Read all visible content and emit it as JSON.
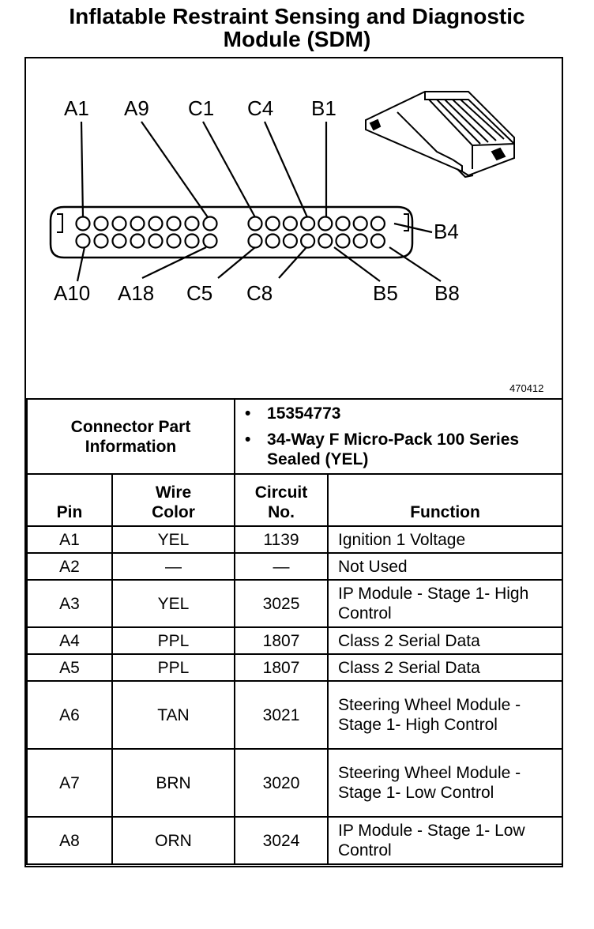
{
  "title": {
    "line1": "Inflatable Restraint Sensing and Diagnostic",
    "line2": "Module (SDM)"
  },
  "diagram": {
    "labels": {
      "A1": "A1",
      "A9": "A9",
      "C1": "C1",
      "C4": "C4",
      "B1": "B1",
      "B4": "B4",
      "A10": "A10",
      "A18": "A18",
      "C5": "C5",
      "C8": "C8",
      "B5": "B5",
      "B8": "B8"
    },
    "figure_code": "470412"
  },
  "connector": {
    "header": "Connector Part Information",
    "items": [
      "15354773",
      "34-Way F Micro-Pack 100 Series Sealed (YEL)"
    ]
  },
  "table": {
    "headers": {
      "pin": "Pin",
      "wire_color": "Wire Color",
      "circuit": "Circuit No.",
      "function": "Function"
    },
    "rows": [
      {
        "pin": "A1",
        "color": "YEL",
        "circuit": "1139",
        "function": "Ignition 1 Voltage"
      },
      {
        "pin": "A2",
        "color": "—",
        "circuit": "—",
        "function": "Not Used"
      },
      {
        "pin": "A3",
        "color": "YEL",
        "circuit": "3025",
        "function": "IP Module - Stage 1- High Control"
      },
      {
        "pin": "A4",
        "color": "PPL",
        "circuit": "1807",
        "function": "Class 2 Serial Data"
      },
      {
        "pin": "A5",
        "color": "PPL",
        "circuit": "1807",
        "function": "Class 2 Serial Data"
      },
      {
        "pin": "A6",
        "color": "TAN",
        "circuit": "3021",
        "function": "Steering Wheel Module - Stage 1- High Control"
      },
      {
        "pin": "A7",
        "color": "BRN",
        "circuit": "3020",
        "function": "Steering Wheel Module - Stage 1- Low Control"
      },
      {
        "pin": "A8",
        "color": "ORN",
        "circuit": "3024",
        "function": "IP Module - Stage 1- Low Control"
      }
    ]
  }
}
